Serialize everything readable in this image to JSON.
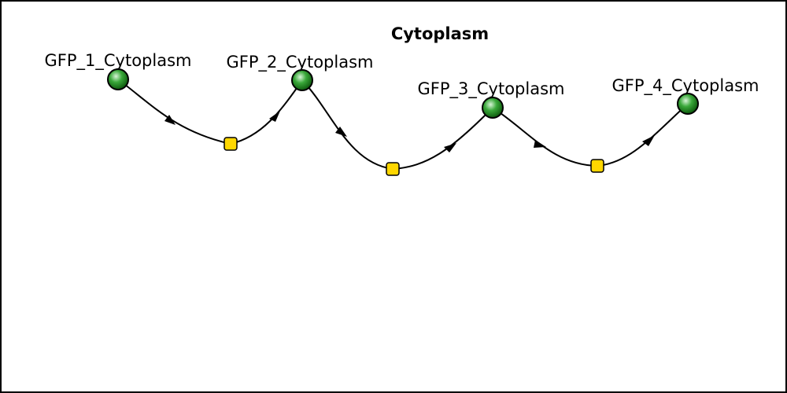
{
  "compartment": {
    "name": "Cytoplasm"
  },
  "species": [
    {
      "id": "s1",
      "label": "GFP_1_Cytoplasm"
    },
    {
      "id": "s2",
      "label": "GFP_2_Cytoplasm"
    },
    {
      "id": "s3",
      "label": "GFP_3_Cytoplasm"
    },
    {
      "id": "s4",
      "label": "GFP_4_Cytoplasm"
    }
  ],
  "reactions": [
    {
      "id": "r1",
      "from": "s1",
      "to": "s2"
    },
    {
      "id": "r2",
      "from": "s2",
      "to": "s3"
    },
    {
      "id": "r3",
      "from": "s3",
      "to": "s4"
    }
  ],
  "colors": {
    "species_fill": "#1e8f1e",
    "species_highlight": "#c8f0c8",
    "transition_fill": "#ffd700",
    "border": "#000000"
  }
}
